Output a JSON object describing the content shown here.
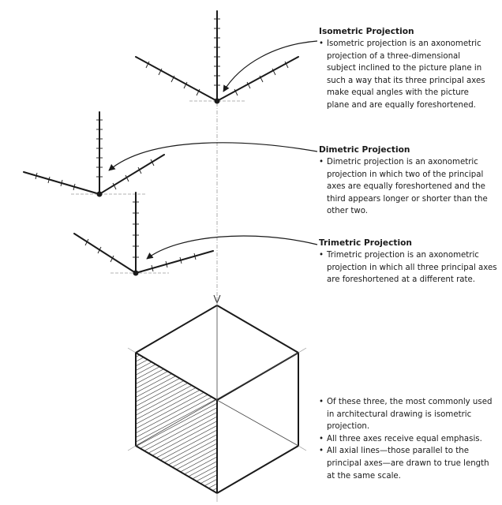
{
  "notes": {
    "isometric": {
      "title": "Isometric Projection",
      "bullets": [
        "Isometric projection is an axonometric projection of a three-dimensional subject inclined to the picture plane in such a way that its three principal axes make equal angles with the picture plane and are equally foreshortened."
      ]
    },
    "dimetric": {
      "title": "Dimetric Projection",
      "bullets": [
        "Dimetric projection is an axonometric projection in which two of the principal axes are equally foreshortened and the third appears longer or shorter than the other two."
      ]
    },
    "trimetric": {
      "title": "Trimetric Projection",
      "bullets": [
        "Trimetric projection is an axonometric projection in which all three principal axes are foreshortened at a different rate."
      ]
    },
    "summary": {
      "bullets": [
        "Of these three, the most commonly used in architectural drawing is isometric projection.",
        "All three axes receive equal emphasis.",
        "All axial lines—those parallel to the principal axes—are drawn to true length at the same scale."
      ]
    }
  },
  "colors": {
    "ink": "#1a1a1a",
    "guide": "#9a9a9a",
    "background": "#ffffff"
  }
}
